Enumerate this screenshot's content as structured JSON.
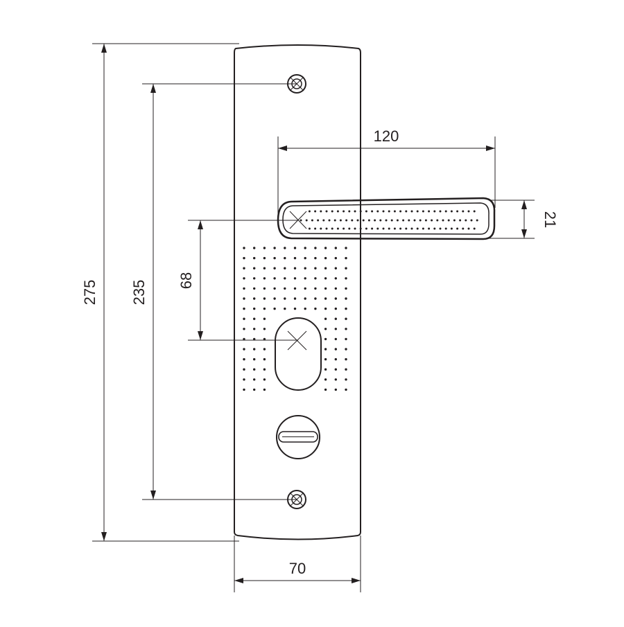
{
  "drawing": {
    "dimensions": {
      "total_height": "275",
      "screw_spacing": "235",
      "handle_to_cylinder": "68",
      "handle_length": "120",
      "handle_width": "21",
      "plate_width": "70"
    },
    "colors": {
      "line": "#231f20",
      "background": "#ffffff"
    }
  }
}
